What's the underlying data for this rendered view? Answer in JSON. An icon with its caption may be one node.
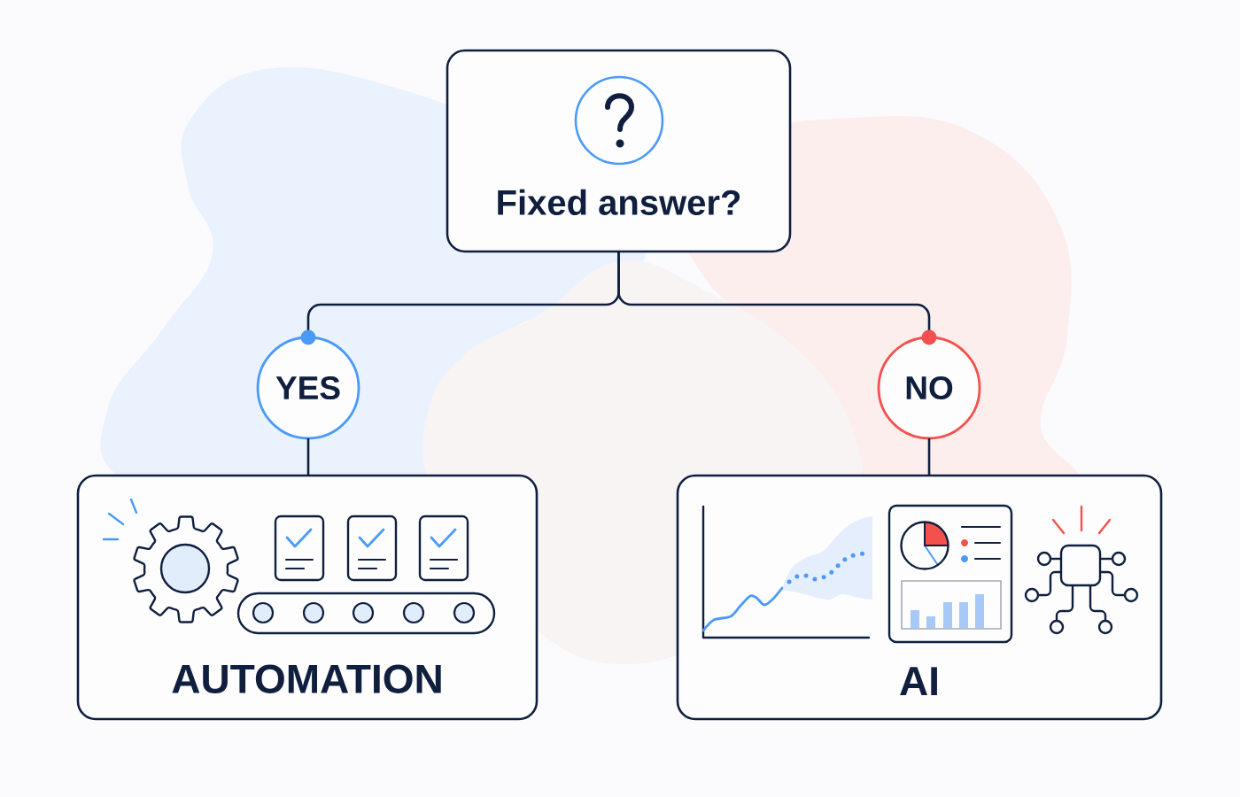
{
  "diagram": {
    "nodes": [
      {
        "text": [
          "Fixed answer?"
        ]
      },
      {
        "text": [
          "YES"
        ]
      },
      {
        "text": [
          "NO"
        ]
      },
      {
        "text": [
          "AUTOMATION"
        ]
      },
      {
        "text": [
          "AI"
        ]
      }
    ],
    "edges": [
      {
        "from": 0,
        "to": 1,
        "arrow": "other"
      },
      {
        "from": 0,
        "to": 2,
        "arrow": "other"
      },
      {
        "from": 1,
        "to": 3,
        "arrow": "none"
      },
      {
        "from": 2,
        "to": 4,
        "arrow": "none"
      }
    ]
  }
}
